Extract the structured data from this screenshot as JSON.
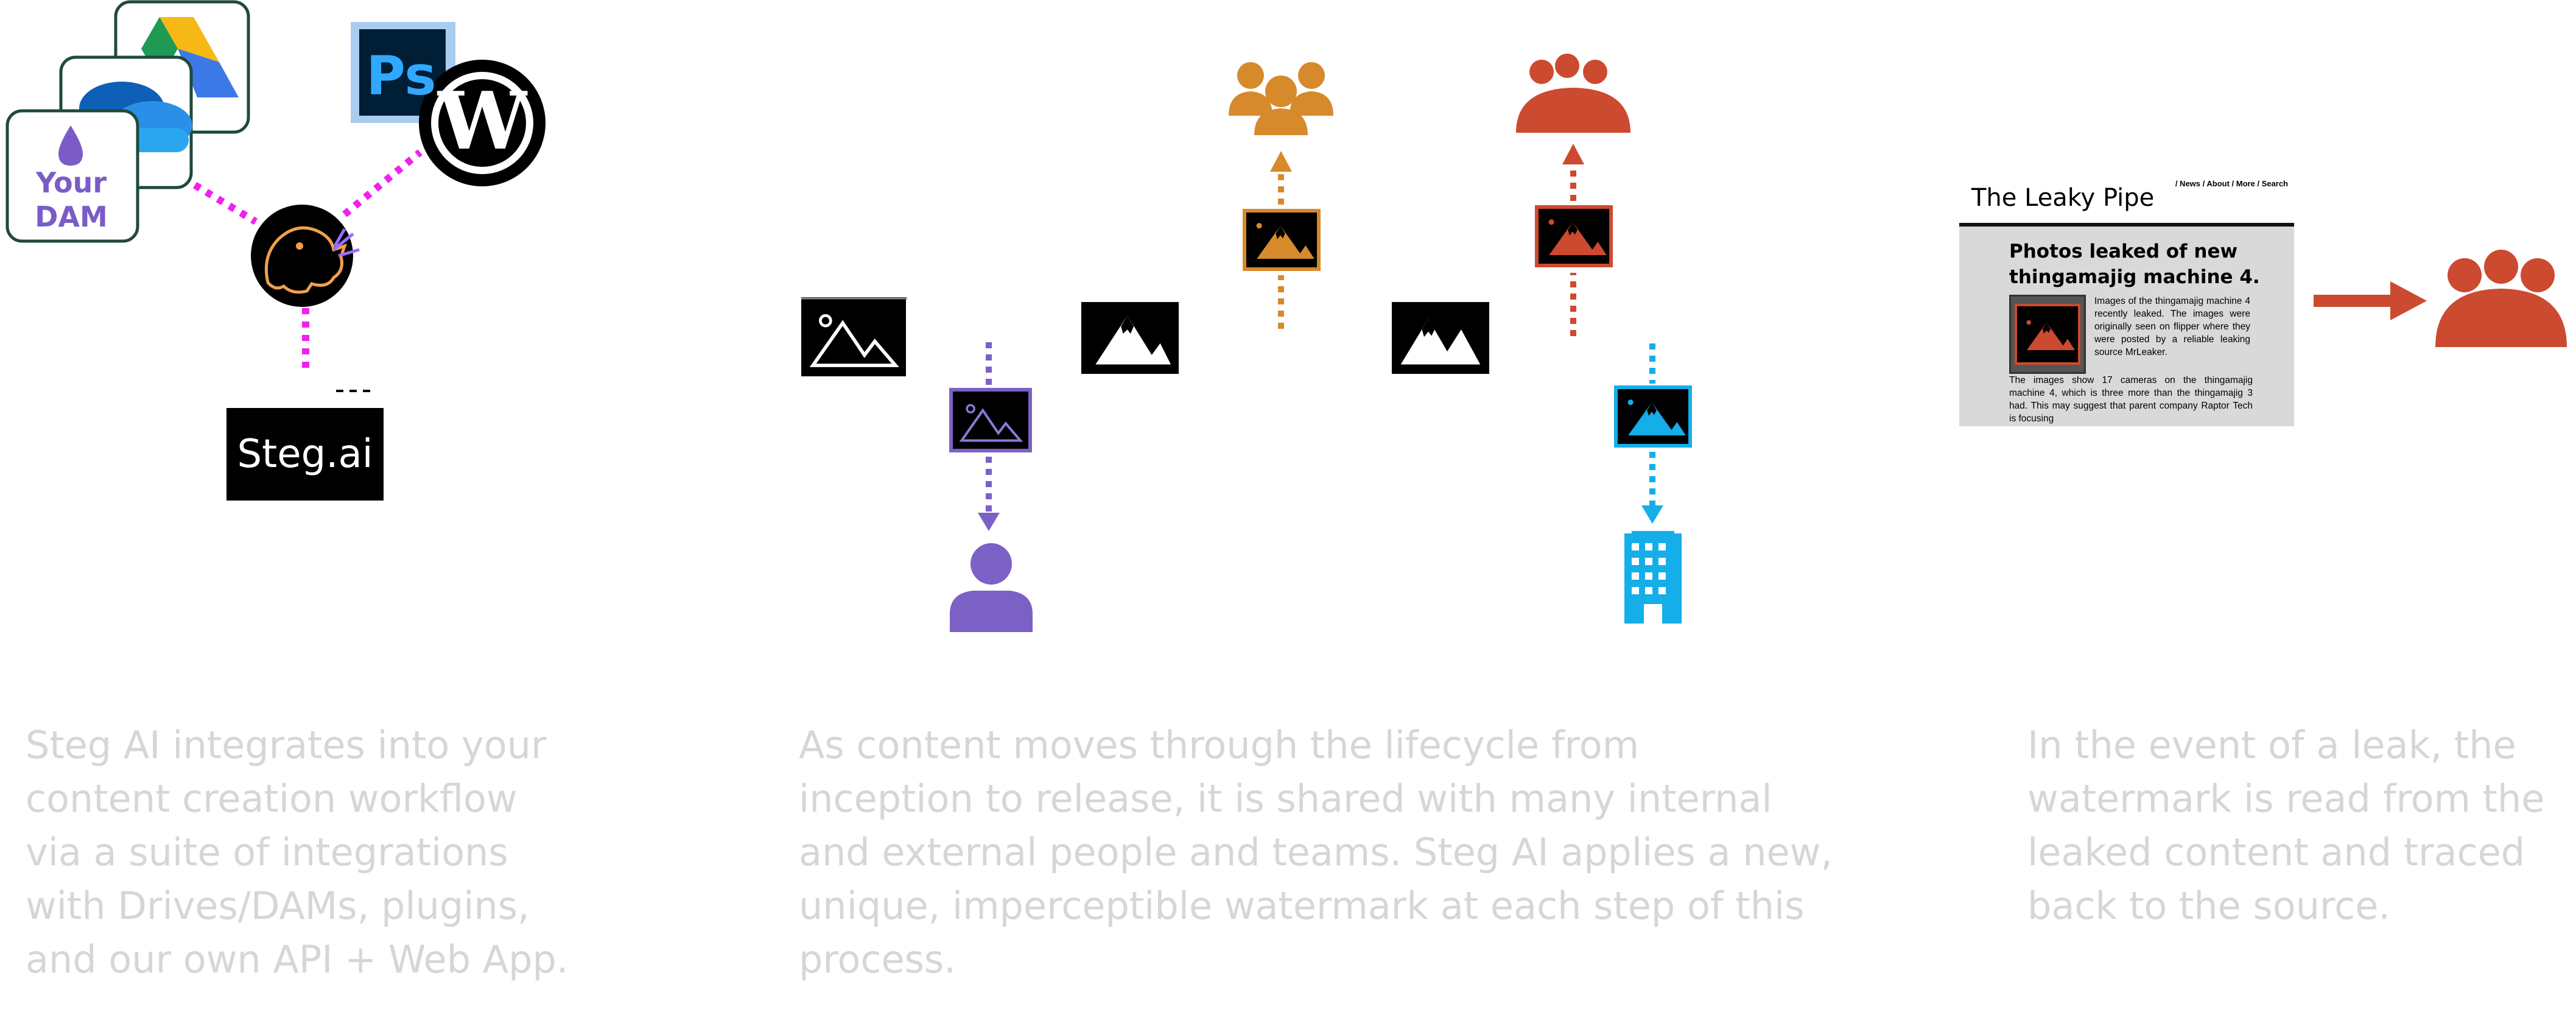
{
  "integrations": {
    "dam_label_line1": "Your",
    "dam_label_line2": "DAM",
    "photoshop_label": "Ps",
    "steg_label": "Steg.ai"
  },
  "article": {
    "site_title": "The Leaky Pipe",
    "nav": "/ News / About / More / Search",
    "headline": "Photos leaked of new thingamajig machine 4.",
    "body_wrap": "Images of the thingamajig machine 4 recently leaked. The images were originally seen on flipper where they were posted by a reliable leaking source MrLeaker.",
    "body_full": "The images show 17 cameras on the thingamajig machine 4, which is three more than the thingamajig 3 had. This may suggest that parent company Raptor Tech is focusing"
  },
  "captions": {
    "integrate": [
      "Steg AI integrates into your",
      "content creation workflow",
      "via a suite of integrations",
      "with Drives/DAMs, plugins,",
      "and our own API + Web App."
    ],
    "lifecycle": [
      "As content moves through the lifecycle from",
      "inception to release, it is shared with many internal",
      "and external people and teams. Steg AI applies a new,",
      "unique, imperceptible watermark at each step of this",
      "process."
    ],
    "leak": [
      "In the event of a leak, the",
      "watermark is read from the",
      "leaked content and traced",
      "back to the source."
    ]
  },
  "colors": {
    "magenta_link": "#ee22ee",
    "purple": "#7b61c6",
    "orange": "#d68a2c",
    "red": "#cc4a2f",
    "blue": "#14aee8",
    "caption_gray": "#d6d6d6",
    "drive_green": "#1e9a55",
    "drive_yellow": "#f7b916",
    "drive_blue": "#3b7ae6",
    "onedrive_blue": "#2a8fe6",
    "ps_dark": "#001e36",
    "ps_blue": "#31a8ff"
  }
}
